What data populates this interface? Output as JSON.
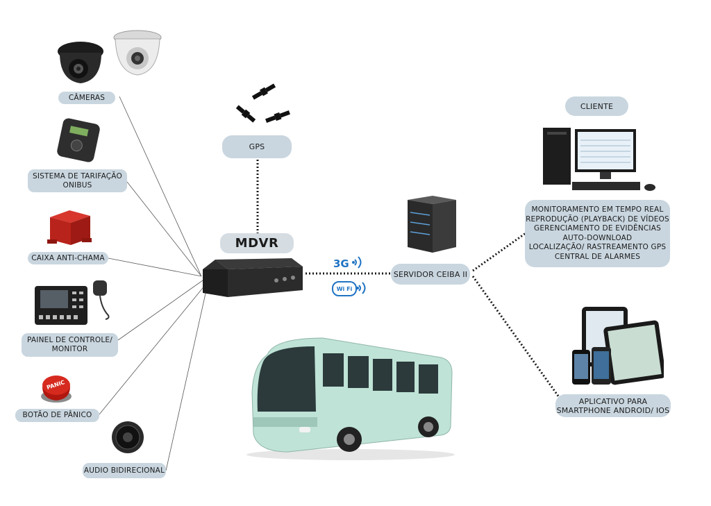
{
  "devices": {
    "cameras": "CÂMERAS",
    "fare_system": [
      "SISTEMA DE TARIFAÇÃO",
      "ONIBUS"
    ],
    "fire_box": "CAIXA ANTI-CHAMA",
    "control_panel": [
      "PAINEL DE CONTROLE/",
      "MONITOR"
    ],
    "panic_button": "BOTÃO DE PÂNICO",
    "panic_button_text": "PANIC",
    "audio": "AUDIO BIDIRECIONAL"
  },
  "center": {
    "gps": "GPS",
    "mdvr": "MDVR",
    "link_3g": "3G",
    "link_wifi": "Wi Fi",
    "server": "SERVIDOR CEIBA II"
  },
  "client": {
    "title": "CLIENTE",
    "features": [
      "MONITORAMENTO EM TEMPO REAL",
      "REPRODUÇÃO (PLAYBACK) DE VÍDEOS",
      "GERENCIAMENTO DE EVIDÊNCIAS",
      "AUTO-DOWNLOAD",
      "LOCALIZAÇÃO/ RASTREAMENTO GPS",
      "CENTRAL DE ALARMES"
    ],
    "app": [
      "APLICATIVO PARA",
      "SMARTPHONE ANDROID/ IOS"
    ]
  },
  "colors": {
    "pill": "#c9d6df",
    "wifi_blue": "#1f73c3",
    "bus_body": "#bfe3d6"
  }
}
